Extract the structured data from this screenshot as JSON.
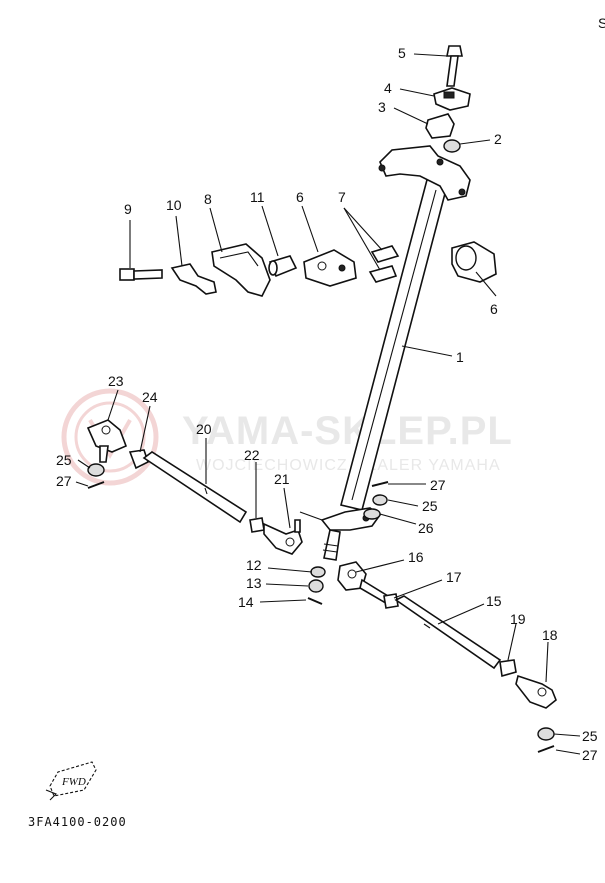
{
  "corner_letter": "S",
  "watermark": {
    "site": "YAMA-SKLEP.PL",
    "dealer": "WOJCIECHOWICZ DEALER YAMAHA"
  },
  "callouts": {
    "p1": "1",
    "p2": "2",
    "p3": "3",
    "p4": "4",
    "p5": "5",
    "p6a": "6",
    "p6b": "6",
    "p7": "7",
    "p8": "8",
    "p9": "9",
    "p10": "10",
    "p11": "11",
    "p12": "12",
    "p13": "13",
    "p14": "14",
    "p15": "15",
    "p16": "16",
    "p17": "17",
    "p18": "18",
    "p19": "19",
    "p20": "20",
    "p21": "21",
    "p22": "22",
    "p23": "23",
    "p24": "24",
    "p25a": "25",
    "p25b": "25",
    "p25c": "25",
    "p26": "26",
    "p27a": "27",
    "p27b": "27",
    "p27c": "27"
  },
  "fwd_label": "FWD",
  "diagram_code": "3FA4100-0200"
}
